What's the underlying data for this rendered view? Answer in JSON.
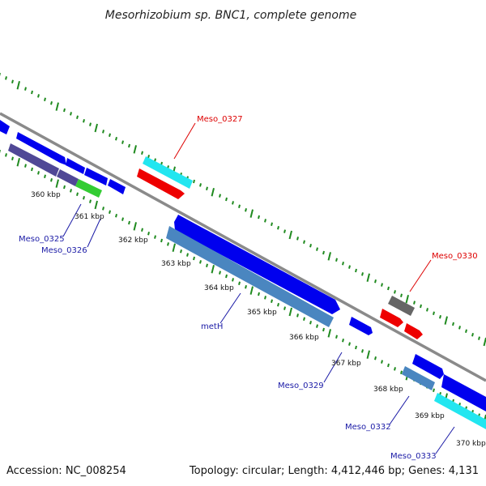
{
  "title": "Mesorhizobium sp. BNC1, complete genome",
  "footer": {
    "accession": "Accession: NC_008254",
    "summary": "Topology: circular; Length: 4,412,446 bp; Genes: 4,131"
  },
  "kbp_labels": [
    "360 kbp",
    "361 kbp",
    "362 kbp",
    "363 kbp",
    "364 kbp",
    "365 kbp",
    "366 kbp",
    "367 kbp",
    "368 kbp",
    "369 kbp",
    "370 kbp"
  ],
  "gene_labels": [
    {
      "text": "Meso_0327",
      "color": "#dd0000"
    },
    {
      "text": "Meso_0330",
      "color": "#dd0000"
    },
    {
      "text": "Meso_0325",
      "color": "#1a1aa6"
    },
    {
      "text": "Meso_0326",
      "color": "#1a1aa6"
    },
    {
      "text": "metH",
      "color": "#1a1aa6"
    },
    {
      "text": "Meso_0329",
      "color": "#1a1aa6"
    },
    {
      "text": "Meso_0332",
      "color": "#1a1aa6"
    },
    {
      "text": "Meso_0333",
      "color": "#1a1aa6"
    }
  ],
  "colors": {
    "backbone": "#8a8a8a",
    "tick": "#1f8a1f",
    "forward_cds": "#0000ee",
    "reverse_cds": "#ee0000",
    "cyan_feature": "#22e6f0",
    "steel_feature": "#4a86c0",
    "purple_feature": "#504896",
    "green_feature": "#33cc33",
    "gray_feature": "#666666"
  }
}
